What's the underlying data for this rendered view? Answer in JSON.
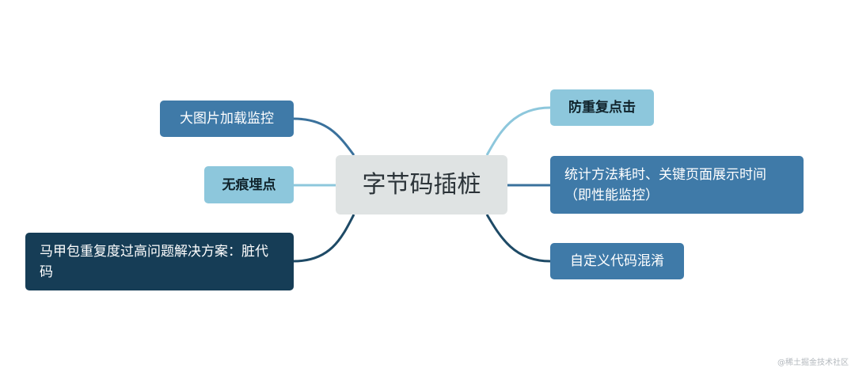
{
  "colors": {
    "center_bg": "#dfe3e3",
    "light_node": "#8dc7dc",
    "mid_node": "#3f7aa8",
    "dark_node": "#163d56",
    "light_connector": "#8dc7dc",
    "mid_connector": "#3a719c",
    "dark_connector": "#1e4a66"
  },
  "center": {
    "label": "字节码插桩"
  },
  "left_branches": [
    {
      "label": "大图片加载监控"
    },
    {
      "label": "无痕埋点"
    },
    {
      "label": "马甲包重复度过高问题解决方案：脏代码"
    }
  ],
  "right_branches": [
    {
      "label": "防重复点击"
    },
    {
      "label": "统计方法耗时、关键页面展示时间（即性能监控）"
    },
    {
      "label": "自定义代码混淆"
    }
  ],
  "watermark": "@稀土掘金技术社区"
}
